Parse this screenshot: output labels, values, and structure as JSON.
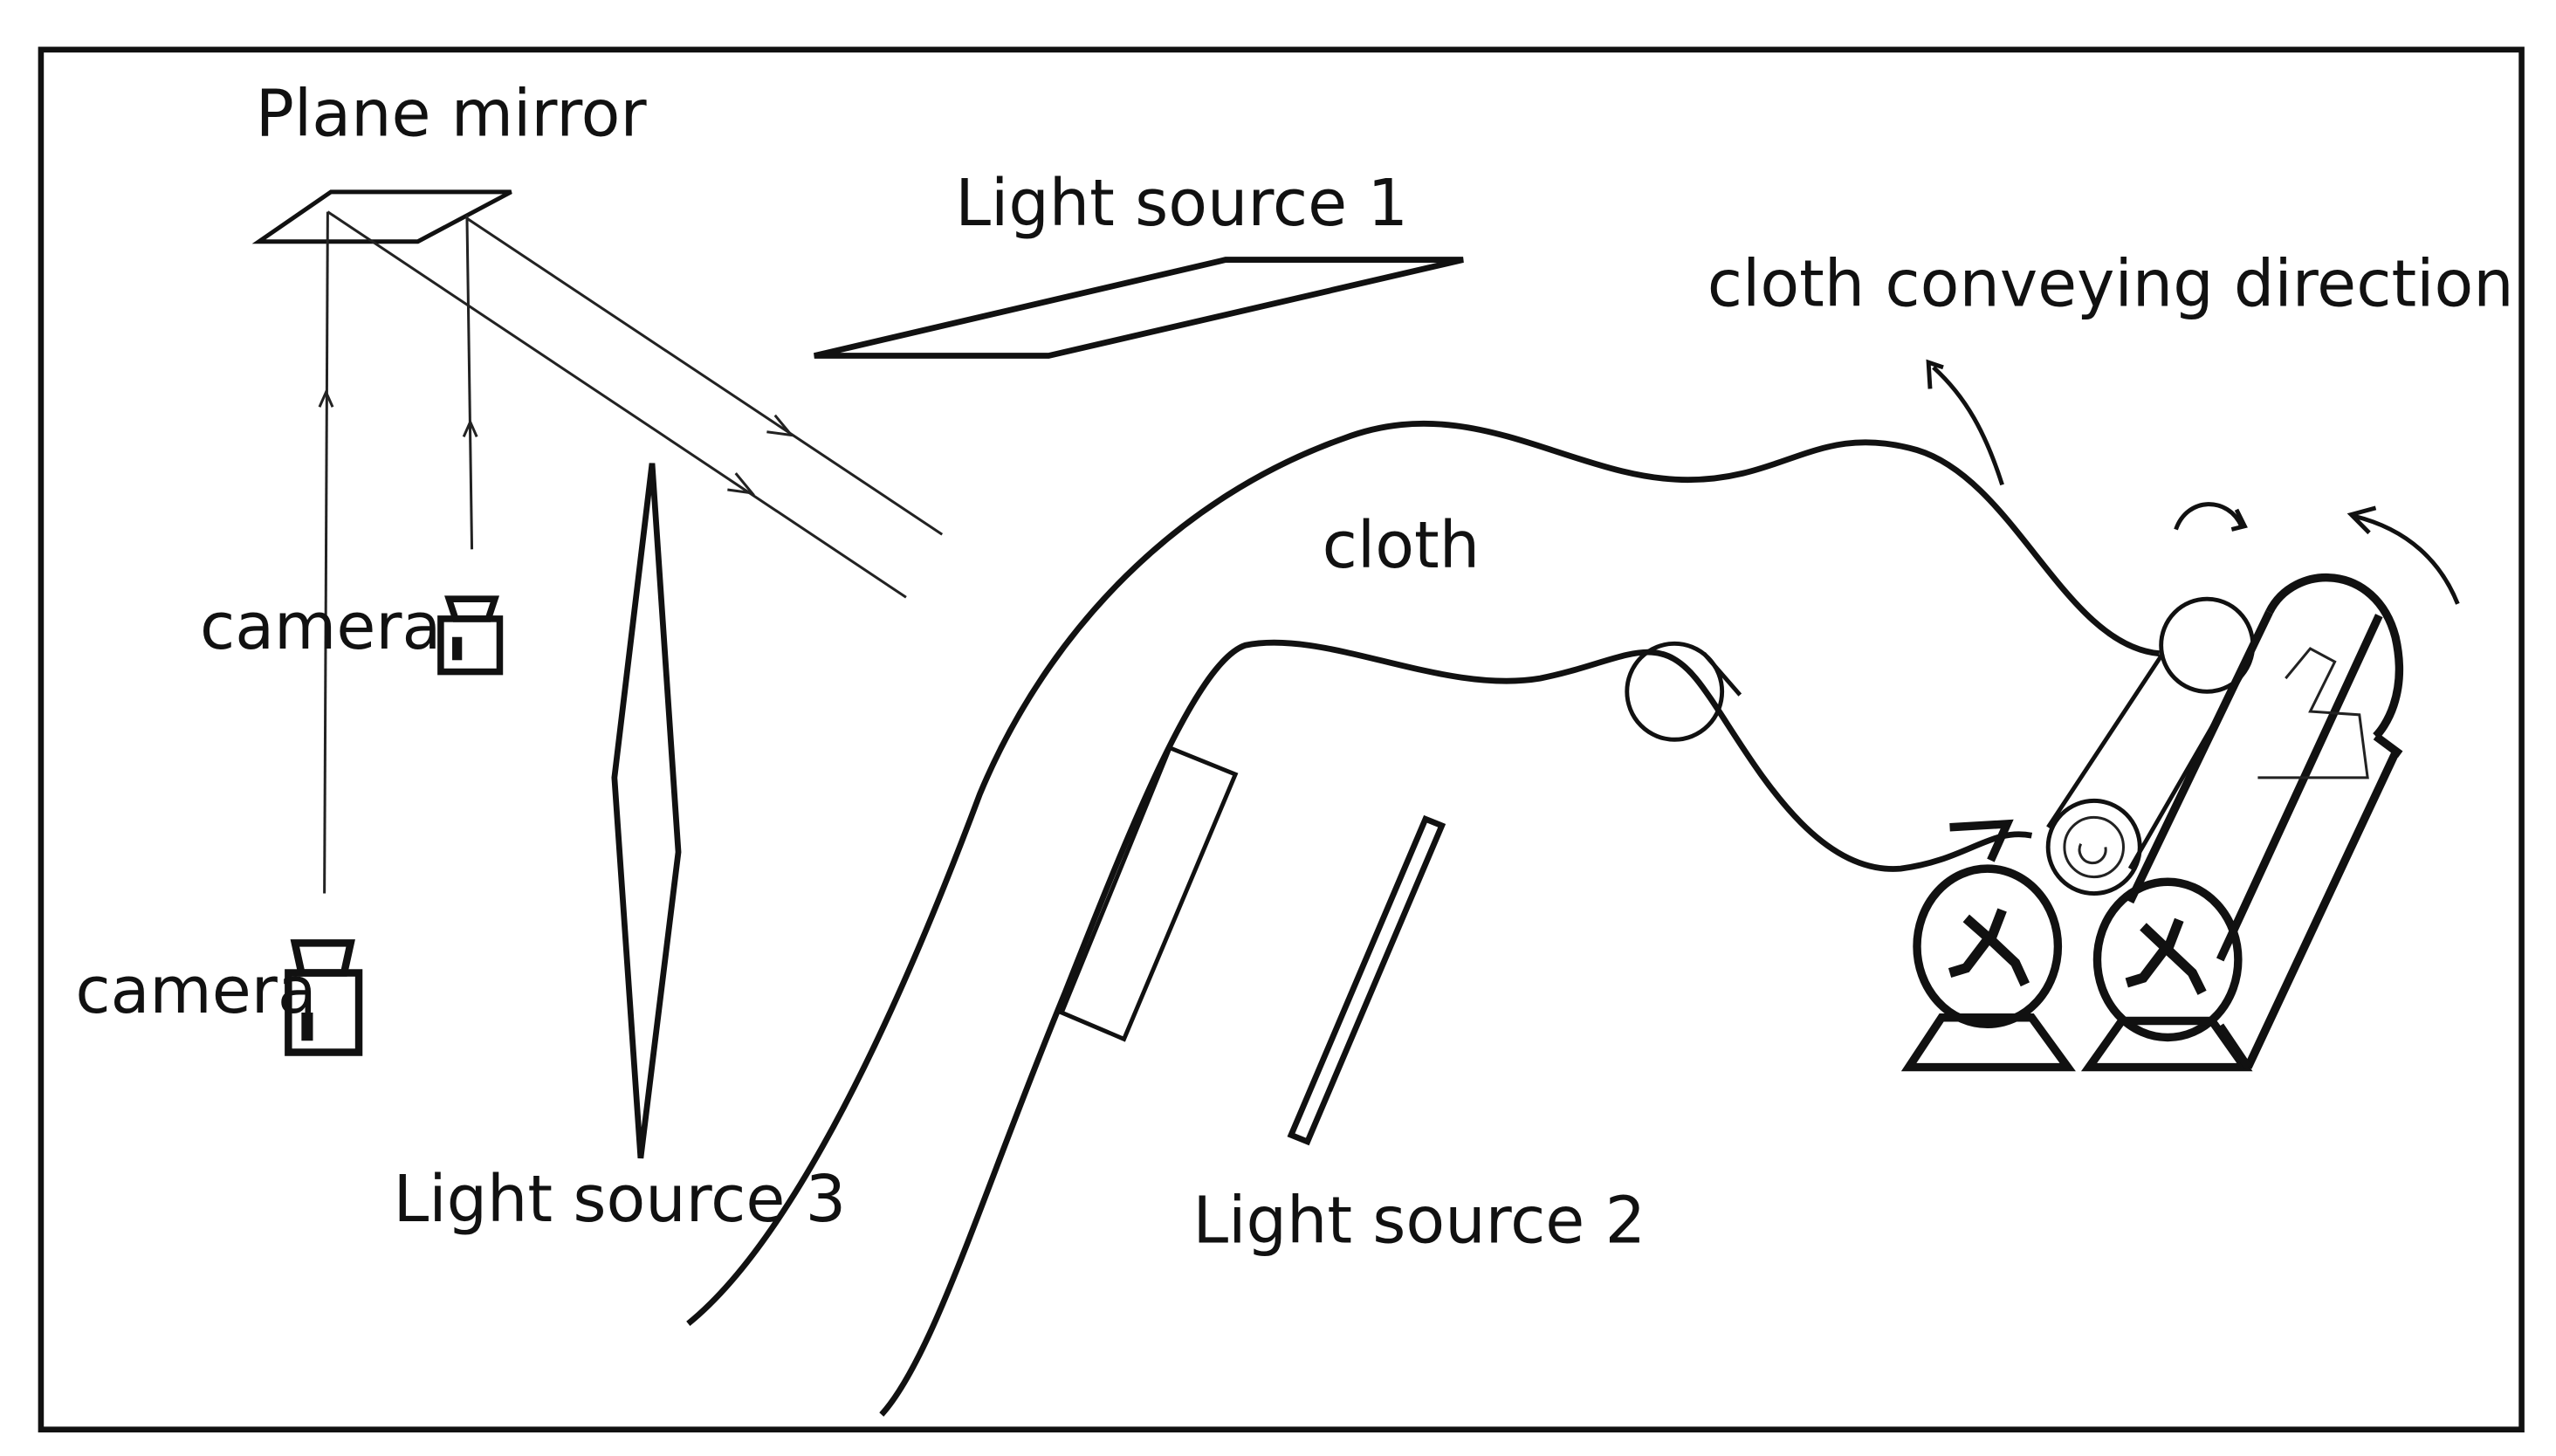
{
  "labels": {
    "plane_mirror": "Plane mirror",
    "light_source_1": "Light source 1",
    "light_source_2": "Light source 2",
    "light_source_3": "Light source 3",
    "camera_upper": "camera",
    "camera_lower": "camera",
    "cloth": "cloth",
    "conveying_direction": "cloth conveying direction"
  }
}
